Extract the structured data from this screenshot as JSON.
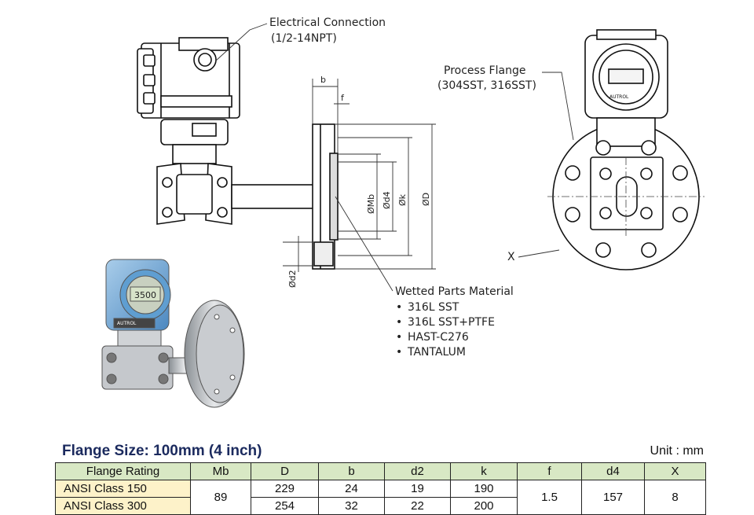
{
  "callouts": {
    "electrical": {
      "line1": "Electrical Connection",
      "line2": "(1/2-14NPT)"
    },
    "process_flange": {
      "line1": "Process Flange",
      "line2": "(304SST, 316SST)"
    },
    "wetted": {
      "title": "Wetted Parts Material",
      "items": [
        "316L SST",
        "316L SST+PTFE",
        "HAST-C276",
        "TANTALUM"
      ]
    },
    "x_label": "X"
  },
  "dimensions": {
    "b": "b",
    "f": "f",
    "mb": "ØMb",
    "d4": "Ød4",
    "k": "Øk",
    "d": "ØD",
    "d2": "Ød2"
  },
  "device": {
    "brand": "AUTROL",
    "display": "3500"
  },
  "table": {
    "title": "Flange Size: 100mm (4 inch)",
    "unit": "Unit : mm",
    "headers": [
      "Flange Rating",
      "Mb",
      "D",
      "b",
      "d2",
      "k",
      "f",
      "d4",
      "X"
    ],
    "rows": [
      {
        "rating": "ANSI Class 150",
        "D": "229",
        "b": "24",
        "d2": "19",
        "k": "190"
      },
      {
        "rating": "ANSI Class 300",
        "D": "254",
        "b": "32",
        "d2": "22",
        "k": "200"
      }
    ],
    "merged": {
      "mb": "89",
      "f": "1.5",
      "d4": "157",
      "x": "8"
    }
  },
  "colors": {
    "table_header": "#d8e8c4",
    "rating_cell": "#fdf2c9",
    "title": "#1b2a5e",
    "housing_blue": "#6fa8d8"
  }
}
